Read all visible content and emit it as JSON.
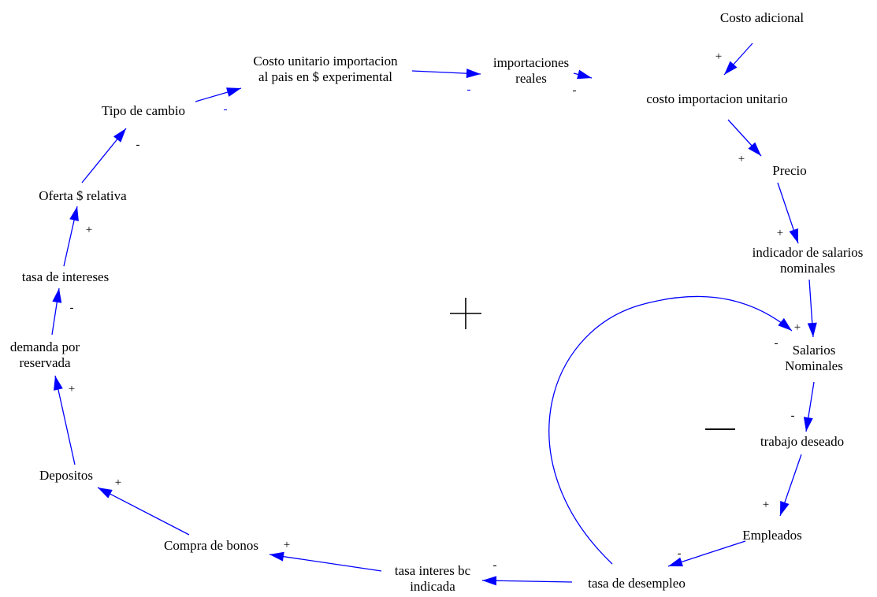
{
  "variables": [
    {
      "id": "costo_adicional",
      "lines": [
        "Costo adicional"
      ]
    },
    {
      "id": "costo_importacion_unitario",
      "lines": [
        "costo importacion unitario"
      ]
    },
    {
      "id": "precio",
      "lines": [
        "Precio"
      ]
    },
    {
      "id": "indicador_salarios",
      "lines": [
        "indicador de salarios",
        "nominales"
      ]
    },
    {
      "id": "salarios_nominales",
      "lines": [
        "Salarios",
        "Nominales"
      ]
    },
    {
      "id": "trabajo_deseado",
      "lines": [
        "trabajo deseado"
      ]
    },
    {
      "id": "empleados",
      "lines": [
        "Empleados"
      ]
    },
    {
      "id": "tasa_desempleo",
      "lines": [
        "tasa de desempleo"
      ]
    },
    {
      "id": "tasa_interes_bc",
      "lines": [
        "tasa interes bc",
        "indicada"
      ]
    },
    {
      "id": "compra_bonos",
      "lines": [
        "Compra de bonos"
      ]
    },
    {
      "id": "depositos",
      "lines": [
        "Depositos"
      ]
    },
    {
      "id": "demanda_reservada",
      "lines": [
        "demanda por",
        "reservada"
      ]
    },
    {
      "id": "tasa_intereses",
      "lines": [
        "tasa de intereses"
      ]
    },
    {
      "id": "oferta_relativa",
      "lines": [
        "Oferta $ relativa"
      ]
    },
    {
      "id": "tipo_cambio",
      "lines": [
        "Tipo de cambio"
      ]
    },
    {
      "id": "costo_unitario_importacion",
      "lines": [
        "Costo unitario importacion",
        "al pais en $ experimental"
      ]
    },
    {
      "id": "importaciones_reales",
      "lines": [
        "importaciones",
        "reales"
      ]
    }
  ],
  "links": [
    {
      "from": "costo_adicional",
      "to": "costo_importacion_unitario",
      "polarity": "+"
    },
    {
      "from": "costo_importacion_unitario",
      "to": "precio",
      "polarity": "+"
    },
    {
      "from": "precio",
      "to": "indicador_salarios",
      "polarity": "+"
    },
    {
      "from": "indicador_salarios",
      "to": "salarios_nominales",
      "polarity": "+"
    },
    {
      "from": "salarios_nominales",
      "to": "trabajo_deseado",
      "polarity": "-"
    },
    {
      "from": "trabajo_deseado",
      "to": "empleados",
      "polarity": "+"
    },
    {
      "from": "empleados",
      "to": "tasa_desempleo",
      "polarity": "-"
    },
    {
      "from": "tasa_desempleo",
      "to": "tasa_interes_bc",
      "polarity": "-"
    },
    {
      "from": "tasa_interes_bc",
      "to": "compra_bonos",
      "polarity": "+"
    },
    {
      "from": "compra_bonos",
      "to": "depositos",
      "polarity": "+"
    },
    {
      "from": "depositos",
      "to": "demanda_reservada",
      "polarity": "+"
    },
    {
      "from": "demanda_reservada",
      "to": "tasa_intereses",
      "polarity": "-"
    },
    {
      "from": "tasa_intereses",
      "to": "oferta_relativa",
      "polarity": "+"
    },
    {
      "from": "oferta_relativa",
      "to": "tipo_cambio",
      "polarity": "-"
    },
    {
      "from": "tipo_cambio",
      "to": "costo_unitario_importacion",
      "polarity": "-"
    },
    {
      "from": "costo_unitario_importacion",
      "to": "importaciones_reales",
      "polarity": "-"
    },
    {
      "from": "importaciones_reales",
      "to": "costo_importacion_unitario",
      "polarity": "-"
    },
    {
      "from": "tasa_desempleo",
      "to": "salarios_nominales",
      "polarity": "-"
    }
  ],
  "loops": [
    {
      "id": "reinforcing",
      "symbol": "+"
    },
    {
      "id": "balancing",
      "symbol": "—"
    }
  ],
  "colors": {
    "arrow": "#0000ff",
    "text": "#000000"
  }
}
